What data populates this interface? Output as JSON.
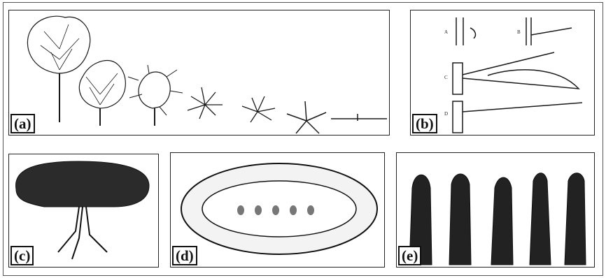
{
  "panels": [
    {
      "id": "a",
      "label": "(a)"
    },
    {
      "id": "b",
      "label": "(b)",
      "sublabels": [
        "A",
        "B",
        "C",
        "D"
      ]
    },
    {
      "id": "c",
      "label": "(c)"
    },
    {
      "id": "d",
      "label": "(d)"
    },
    {
      "id": "e",
      "label": "(e)"
    }
  ],
  "colors": {
    "ink": "#1a1a1a",
    "paper": "#ffffff",
    "frame": "#222222"
  }
}
